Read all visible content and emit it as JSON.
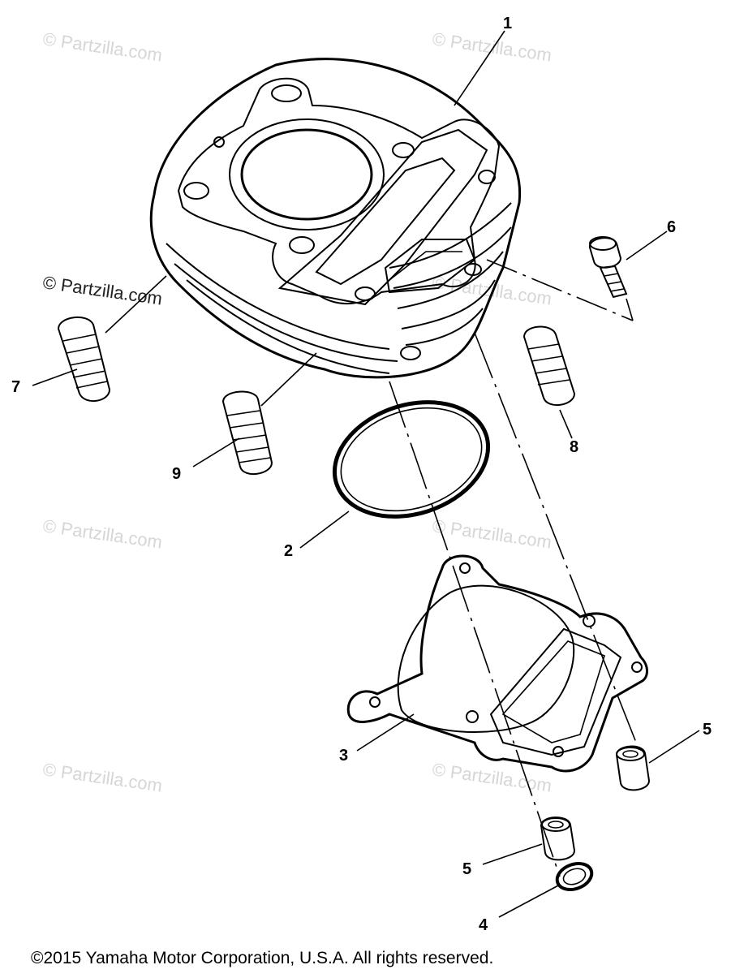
{
  "callouts": [
    {
      "id": "1",
      "text": "1"
    },
    {
      "id": "2",
      "text": "2"
    },
    {
      "id": "3",
      "text": "3"
    },
    {
      "id": "4",
      "text": "4"
    },
    {
      "id": "5a",
      "text": "5"
    },
    {
      "id": "5b",
      "text": "5"
    },
    {
      "id": "6",
      "text": "6"
    },
    {
      "id": "7",
      "text": "7"
    },
    {
      "id": "8",
      "text": "8"
    },
    {
      "id": "9",
      "text": "9"
    }
  ],
  "watermark": "© Partzilla.com",
  "copyright": "©2015  Yamaha Motor Corporation, U.S.A. All rights reserved."
}
